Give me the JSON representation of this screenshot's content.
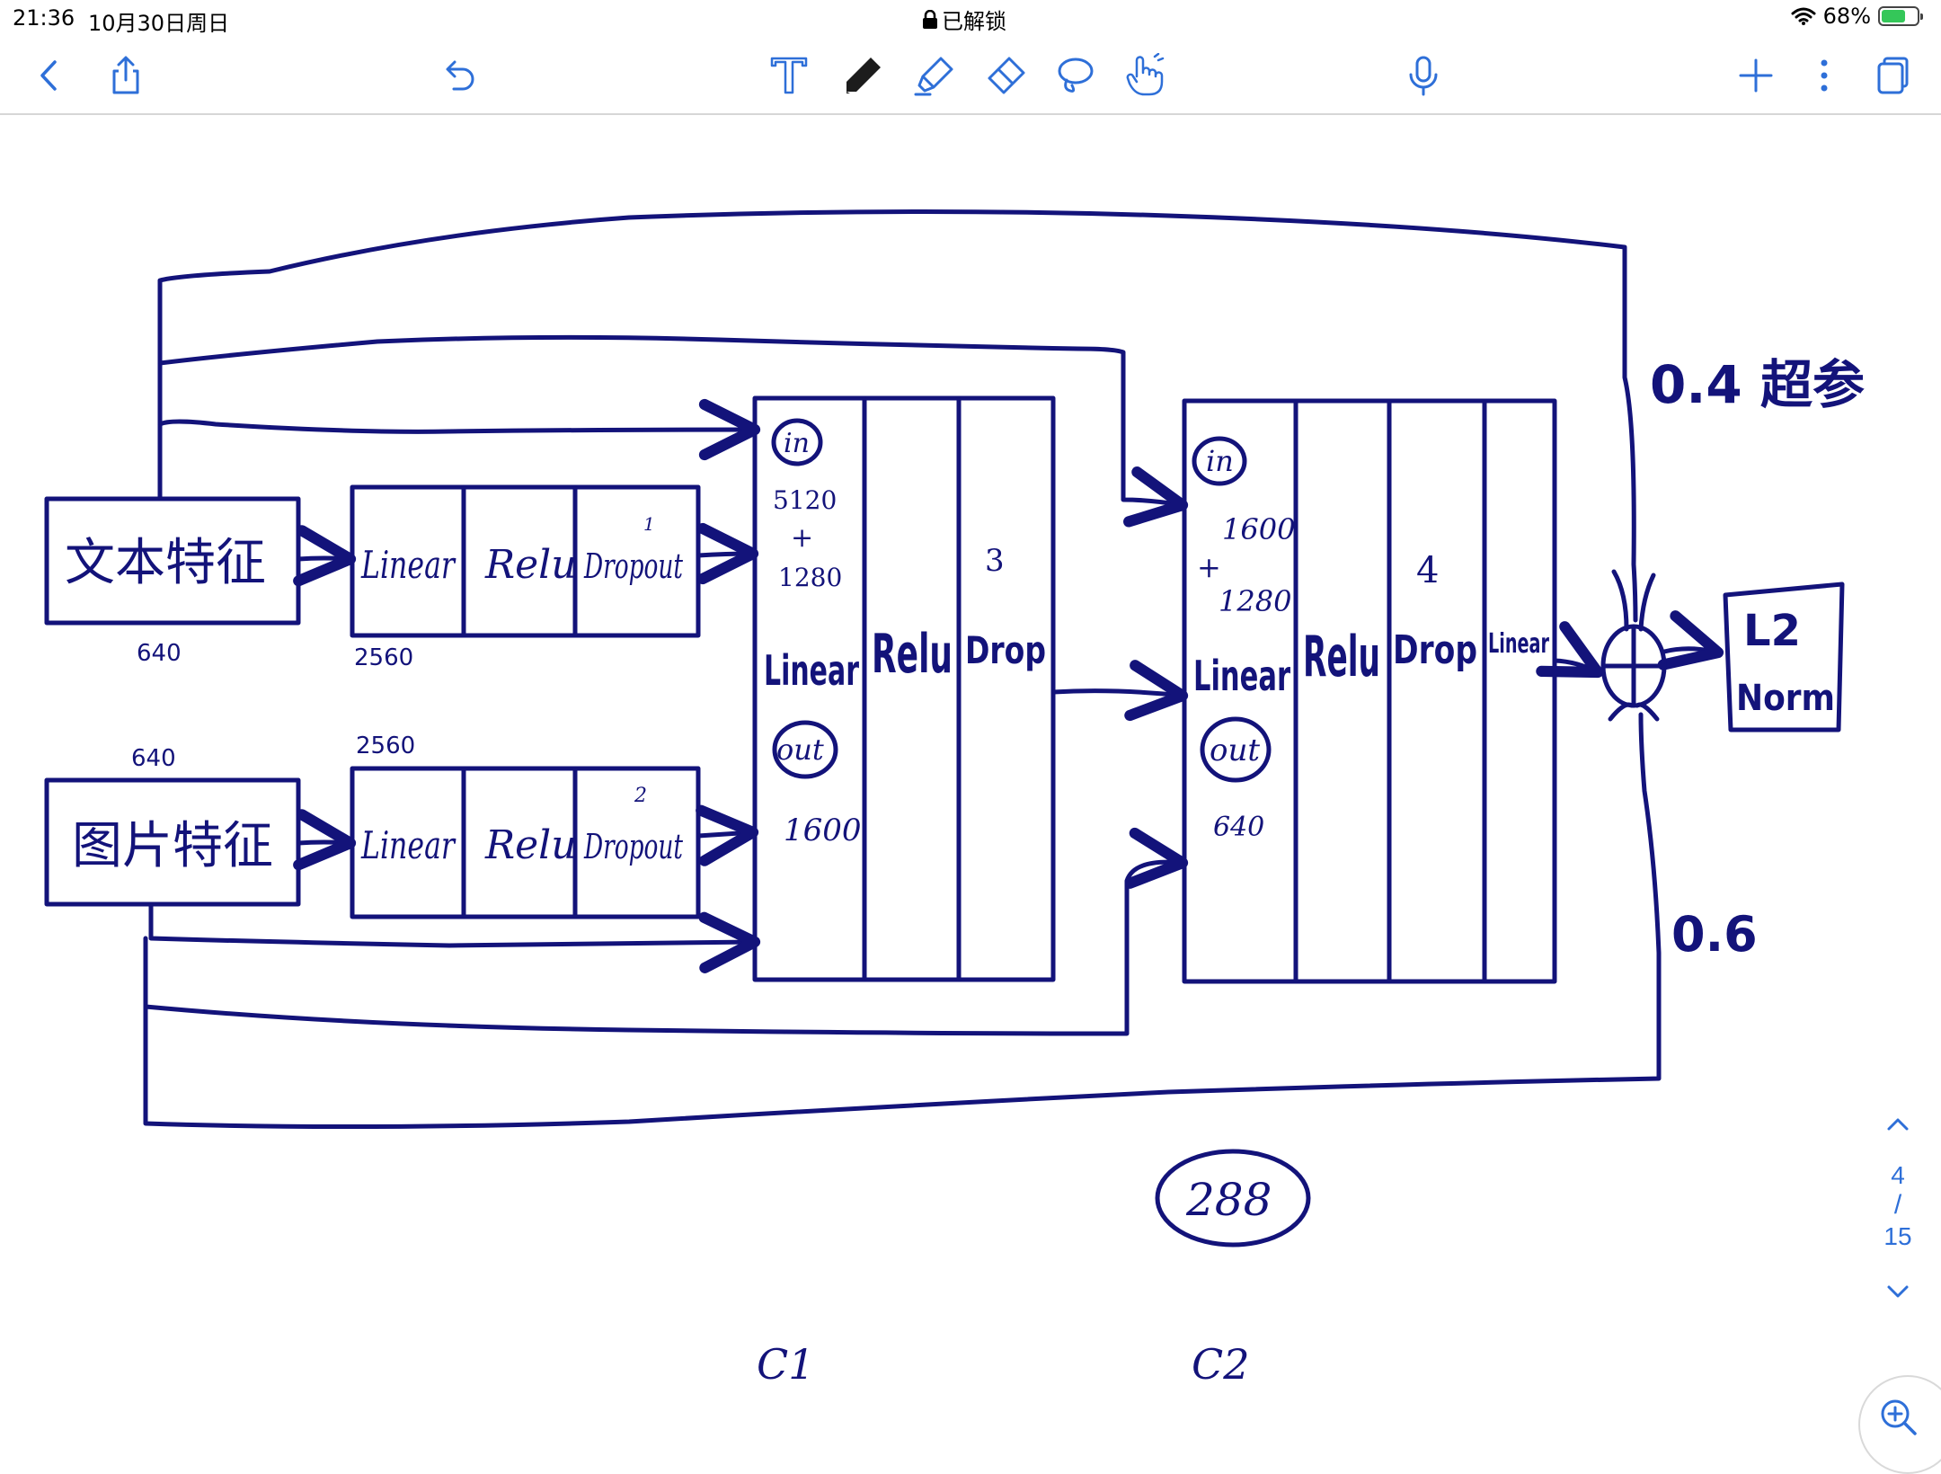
{
  "status_bar": {
    "time": "21:36",
    "date": "10月30日周日",
    "lock_label": "已解锁",
    "battery": "68%",
    "battery_level": 0.68
  },
  "toolbar": {
    "left_icons": [
      "back-chevron-icon",
      "share-icon",
      "undo-icon"
    ],
    "tool_icons": [
      "text-tool-icon",
      "pen-icon",
      "highlighter-icon",
      "eraser-icon",
      "lasso-icon",
      "hand-pointer-icon"
    ],
    "right_icons": [
      "microphone-icon",
      "add-page-icon",
      "more-icon",
      "pages-icon"
    ],
    "accent": "#2e6fd8"
  },
  "drawing": {
    "ink_color": "#13137a",
    "input_text": "文本特征",
    "input_image": "图片特征",
    "dim_640_top": "640",
    "dim_640_bottom": "640",
    "dim_2560_top": "2560",
    "dim_2560_bottom": "2560",
    "block_linear": "Linear",
    "block_relu": "Relu",
    "block_dropout": "Dropout",
    "num_1": "1",
    "num_2": "2",
    "num_3": "3",
    "num_4": "4",
    "c1_in": "in",
    "c1_dim_a": "5120",
    "c1_plus": "+",
    "c1_dim_b": "1280",
    "c1_linear": "Linear",
    "c1_relu": "Relu",
    "c1_drop": "Drop",
    "c1_out": "out",
    "c1_out_dim": "1600",
    "c2_in": "in",
    "c2_dim_a": "1600",
    "c2_plus": "+",
    "c2_dim_b": "1280",
    "c2_linear": "Linear",
    "c2_relu": "Relu",
    "c2_drop": "Drop",
    "c2_linear2": "Linear",
    "c2_out": "out",
    "c2_out_dim": "640",
    "weight_top": "0.4 超参",
    "weight_bottom": "0.6",
    "plus_node": "+",
    "l2_a": "L2",
    "l2_b": "Norm",
    "circled_num": "288",
    "label_c1": "C1",
    "label_c2": "C2"
  },
  "page_nav": {
    "current": "4",
    "slash": "/",
    "total": "15"
  }
}
